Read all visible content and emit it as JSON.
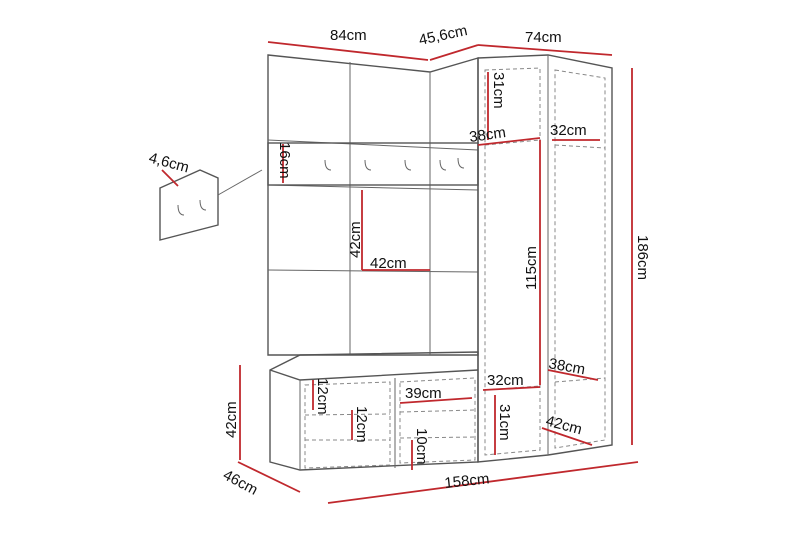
{
  "colors": {
    "dimension_line": "#c0282d",
    "outline": "#555555"
  },
  "labels": {
    "width_left": "84cm",
    "width_corner": "45,6cm",
    "width_right": "74cm",
    "hook_depth": "4,6cm",
    "hook_height": "16cm",
    "top_shelf_height": "31cm",
    "corner_depth": "38cm",
    "right_depth_top": "32cm",
    "panel_height": "42cm",
    "panel_width": "42cm",
    "wardrobe_height": "115cm",
    "total_height": "186cm",
    "right_depth_mid": "38cm",
    "middle_depth": "32cm",
    "drawer_width": "39cm",
    "bench_shelf_a": "12cm",
    "bench_shelf_b": "12cm",
    "drawer_height": "10cm",
    "bottom_shelf_height": "31cm",
    "right_depth_bottom": "42cm",
    "bench_height": "42cm",
    "bench_depth": "46cm",
    "total_width": "158cm"
  }
}
